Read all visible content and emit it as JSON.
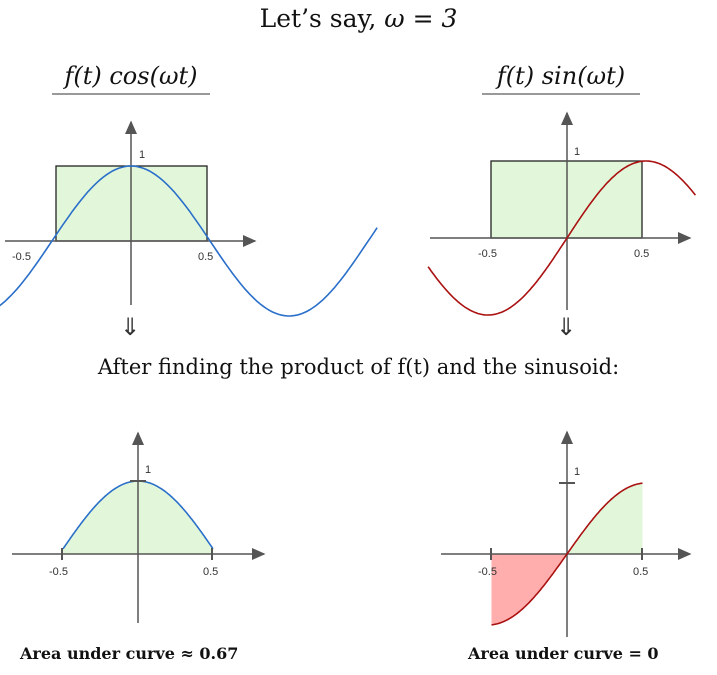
{
  "title_prefix": "Let’s say, ",
  "title_omega": "ω = 3",
  "heading_left": "f(t) cos(ωt)",
  "heading_right": "f(t) sin(ωt)",
  "arrow_symbol": "⇓",
  "caption": "After finding the product of f(t) and the sinusoid:",
  "area_left": "Area under curve ≈ 0.67",
  "area_right": "Area under curve = 0",
  "tick_neg": "-0.5",
  "tick_pos": "0.5",
  "tick_one": "1",
  "colors": {
    "cos_curve": "#2a6fc9",
    "sin_curve": "#aa1111",
    "fill_green": "#e2f7da",
    "fill_red": "#ffadad",
    "axis": "#555555"
  }
}
